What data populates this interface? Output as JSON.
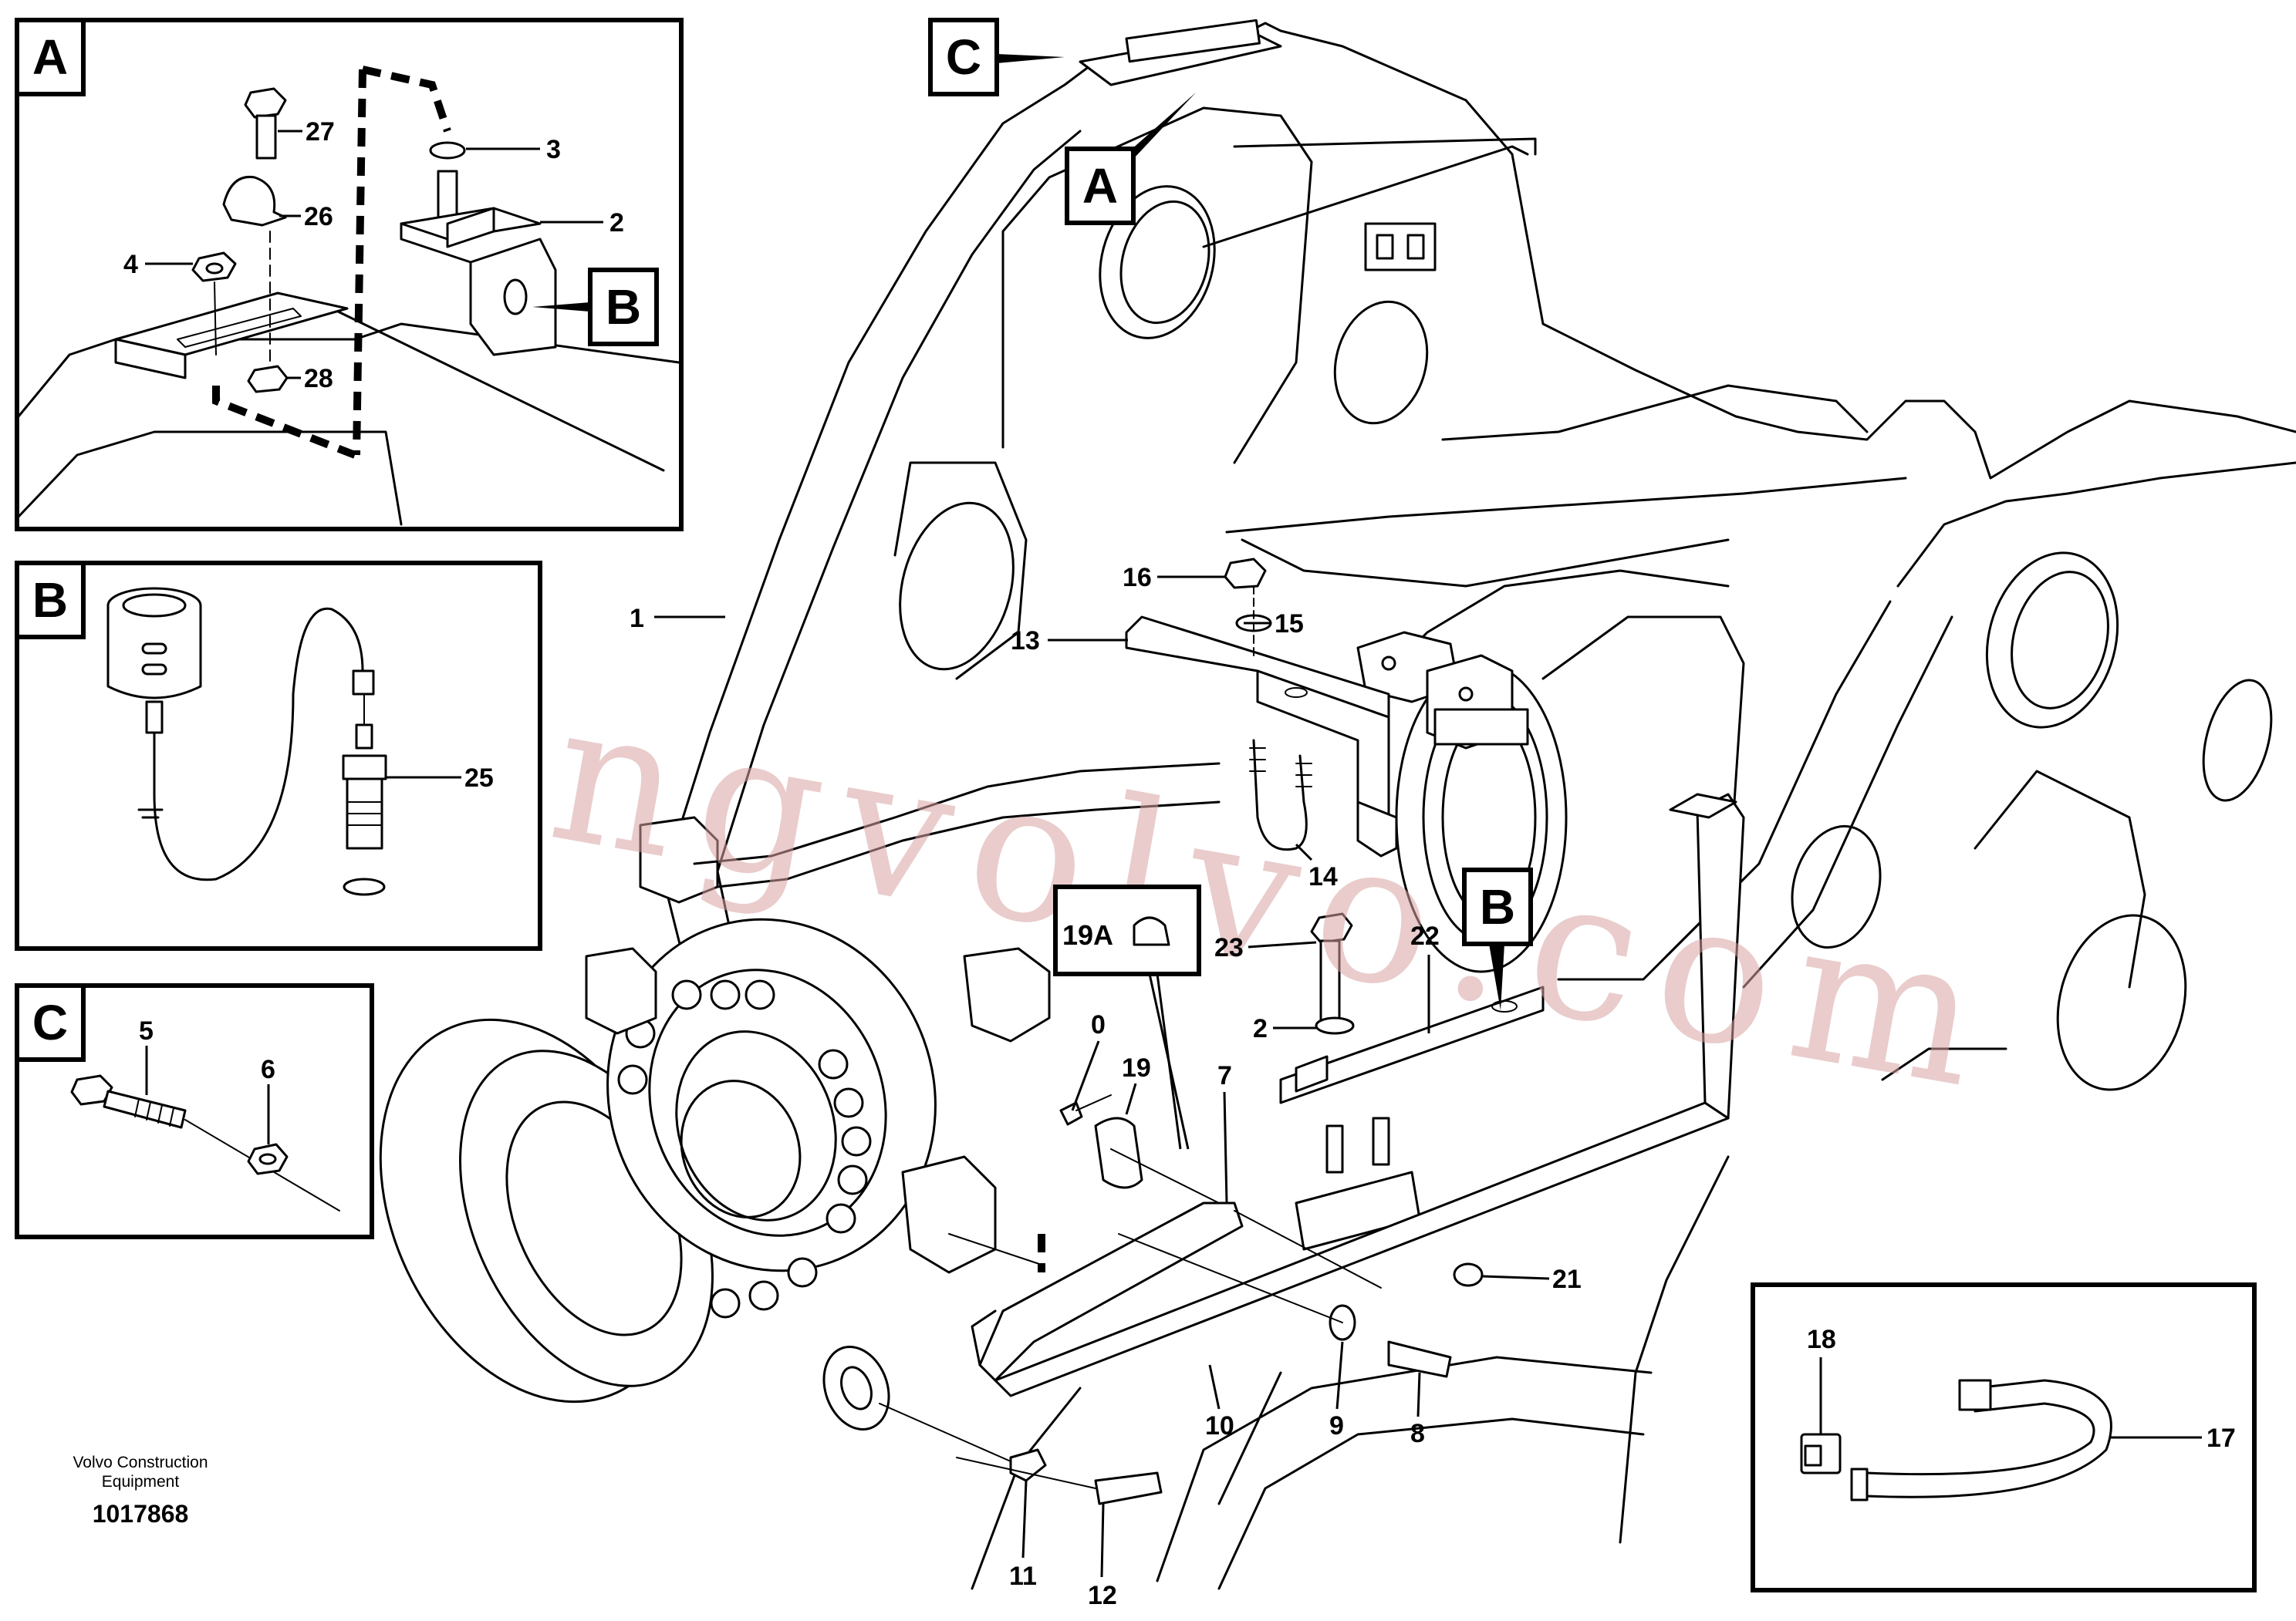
{
  "panels": {
    "a": {
      "label": "A"
    },
    "b": {
      "label": "B"
    },
    "c": {
      "label": "C"
    }
  },
  "callouts": {
    "c_main": "C",
    "a_main": "A",
    "b_main": "B",
    "b_in_a": "B",
    "sub_19a": "19A"
  },
  "parts": {
    "p1": "1",
    "p2": "2",
    "p2b": "2",
    "p3": "3",
    "p4": "4",
    "p5": "5",
    "p6": "6",
    "p7": "7",
    "p8": "8",
    "p9": "9",
    "p10": "10",
    "p11": "11",
    "p12": "12",
    "p13": "13",
    "p14": "14",
    "p15": "15",
    "p16": "16",
    "p17": "17",
    "p18": "18",
    "p19": "19",
    "p20": "0",
    "p21": "21",
    "p22": "22",
    "p23": "23",
    "p25": "25",
    "p26": "26",
    "p27": "27",
    "p28": "28"
  },
  "footer": {
    "credit_line1": "Volvo Construction",
    "credit_line2": "Equipment",
    "doc_number": "1017868"
  },
  "watermark": "strongvolvo.com",
  "colors": {
    "line": "#000000",
    "watermark": "#d9a3a3",
    "background": "#ffffff"
  }
}
